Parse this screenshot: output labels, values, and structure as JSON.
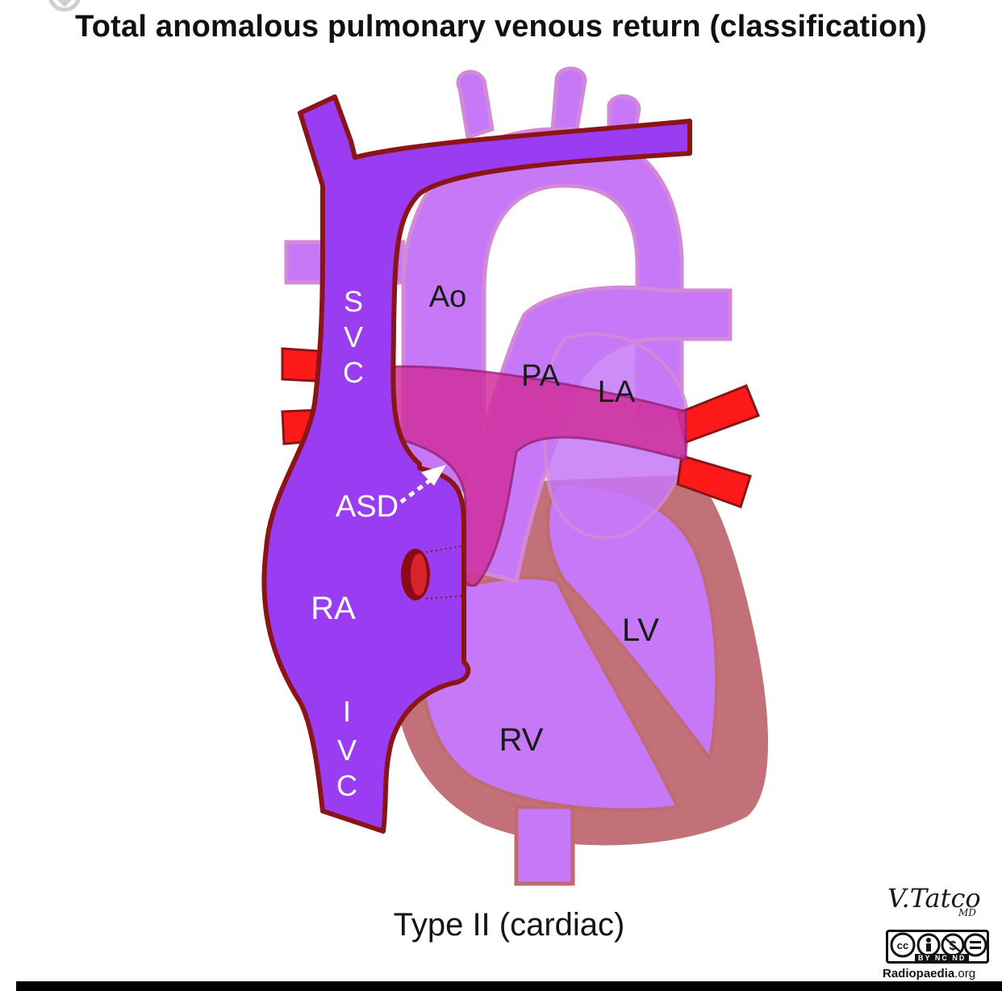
{
  "title": "Total anomalous pulmonary venous return (classification)",
  "caption": "Type II (cardiac)",
  "labels": {
    "svc": [
      "S",
      "V",
      "C"
    ],
    "ivc": [
      "I",
      "V",
      "C"
    ],
    "ao": "Ao",
    "pa": "PA",
    "la": "LA",
    "asd": "ASD",
    "ra": "RA",
    "lv": "LV",
    "rv": "RV"
  },
  "credit": {
    "signature": "V.Tatco",
    "signature_suffix": "MD",
    "license": "BY NC ND",
    "site_name": "Radiopaedia",
    "site_tld": ".org"
  },
  "colors": {
    "venous_purple": "#9a3cf2",
    "heart_light_purple": "#c678f7",
    "outline_dark_red": "#8b1418",
    "pulmonary_vein_red": "#ff1a1a",
    "confluence_magenta": "#d0309c",
    "myocardium": "#c06a72"
  }
}
